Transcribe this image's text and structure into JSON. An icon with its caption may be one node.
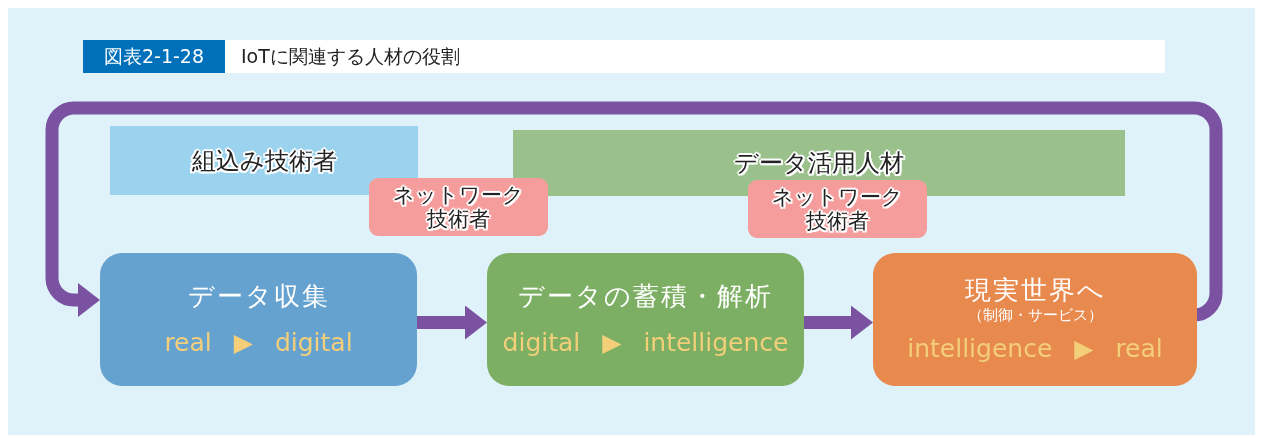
{
  "diagram": {
    "title": "IoTに関連する人材の役割",
    "nodes": [
      {
        "text": [
          "組込み技術者"
        ]
      },
      {
        "text": [
          "データ活用人材"
        ]
      },
      {
        "text": [
          "ネットワーク技術者"
        ]
      },
      {
        "text": [
          "ネットワーク技術者"
        ]
      },
      {
        "text": [
          "データ収集",
          "real ▶ digital"
        ]
      },
      {
        "text": [
          "データの蓄積・解析",
          "digital ▶ intelligence"
        ]
      },
      {
        "text": [
          "現実世界へ",
          "（制御・サービス）",
          "intelligence ▶ real"
        ]
      }
    ],
    "edges": [
      {
        "from": 4,
        "to": 5,
        "arrow": "to"
      },
      {
        "from": 5,
        "to": 6,
        "arrow": "to"
      },
      {
        "from": 6,
        "to": 4,
        "arrow": "to"
      }
    ],
    "labels": [
      "図表2-1-28"
    ]
  }
}
